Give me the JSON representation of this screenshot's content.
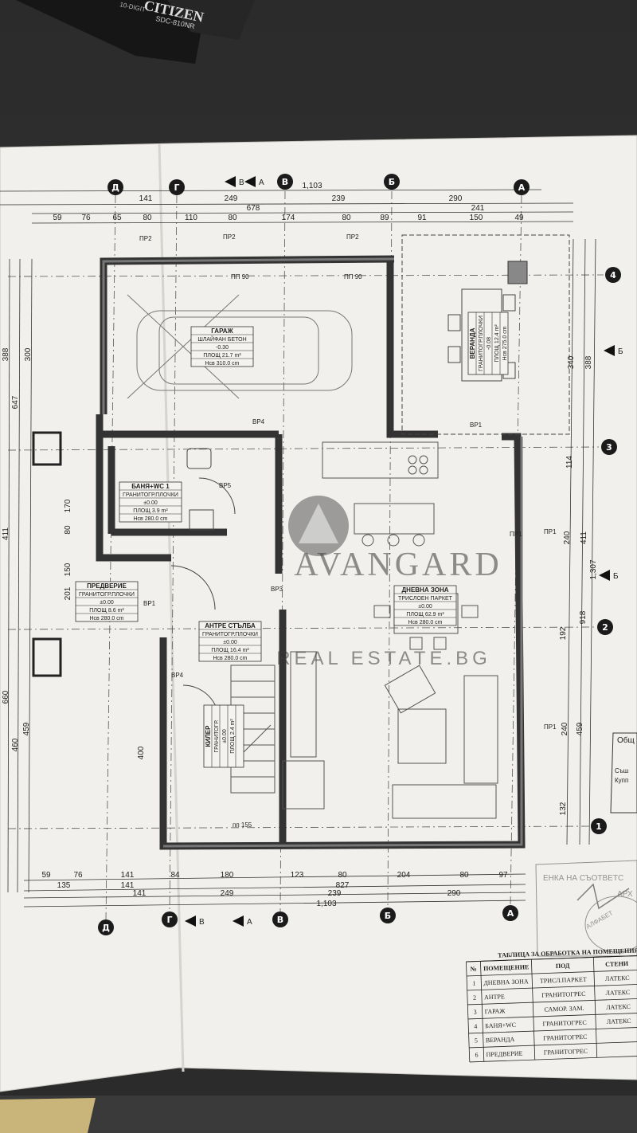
{
  "calculator": {
    "brand": "CITIZEN",
    "model": "SDC-810NR",
    "digits": "10-DIGIT"
  },
  "axes": {
    "top": [
      "Д",
      "Г",
      "В",
      "Б",
      "А"
    ],
    "bottom": [
      "Д",
      "Г",
      "В",
      "Б",
      "А"
    ],
    "right": [
      "4",
      "3",
      "2",
      "1"
    ],
    "section_marks": [
      "А",
      "А",
      "Б",
      "Б",
      "В",
      "В"
    ]
  },
  "dimensions": {
    "top_total": "1,103",
    "top_row_main": [
      "141",
      "249",
      "239",
      "290"
    ],
    "top_row_mid": [
      "678",
      "241"
    ],
    "top_row_detail": [
      "59",
      "76",
      "65",
      "80",
      "110",
      "80",
      "174",
      "80",
      "89",
      "91",
      "150",
      "49"
    ],
    "bottom_row_detail": [
      "59",
      "76",
      "141",
      "84",
      "180",
      "123",
      "80",
      "204",
      "80",
      "97"
    ],
    "bottom_row_mid": [
      "135",
      "141",
      "827"
    ],
    "bottom_row_main": [
      "141",
      "249",
      "239",
      "290"
    ],
    "bottom_total": "1,103",
    "left": [
      "388",
      "647",
      "300",
      "411",
      "170",
      "80",
      "150",
      "201",
      "660",
      "460",
      "459",
      "400"
    ],
    "right": [
      "340",
      "388",
      "114",
      "240",
      "411",
      "1,307",
      "918",
      "192",
      "240",
      "459",
      "132"
    ]
  },
  "rooms": [
    {
      "name": "ГАРАЖ",
      "floor": "ШЛАЙФАН БЕТОН",
      "level": "-0.30",
      "area": "ПЛОЩ 21.7 m²",
      "height": "Нсв 310.0 cm"
    },
    {
      "name": "ВЕРАНДА",
      "floor": "ГРАНИТОГР.ПЛОЧКИ",
      "level": "-0.08",
      "area": "ПЛОЩ 12.4 m²",
      "height": "Нсв 275.0 cm"
    },
    {
      "name": "БАНЯ+WC 1",
      "floor": "ГРАНИТОГР.ПЛОЧКИ",
      "level": "±0.00",
      "area": "ПЛОЩ 3.9 m²",
      "height": "Нсв 280.0 cm"
    },
    {
      "name": "ПРЕДВЕРИЕ",
      "floor": "ГРАНИТОГР.ПЛОЧКИ",
      "level": "±0.00",
      "area": "ПЛОЩ 8.6 m²",
      "height": "Нсв 280.0 cm"
    },
    {
      "name": "АНТРЕ СТЪЛБА",
      "floor": "ГРАНИТОГР.ПЛОЧКИ",
      "level": "±0.00",
      "area": "ПЛОЩ 16.4 m²",
      "height": "Нсв 280.0 cm"
    },
    {
      "name": "ДНЕВНА ЗОНА",
      "floor": "ТРИСЛОЕН ПАРКЕТ",
      "level": "±0.00",
      "area": "ПЛОЩ 62.9 m²",
      "height": "Нсв 280.0 cm"
    },
    {
      "name": "КИЛЕР",
      "floor": "ГРАНИТОГР.",
      "level": "±0.00",
      "area": "ПЛОЩ 2.4 m²",
      "height": ""
    }
  ],
  "openings": [
    "ПР2",
    "ПР2",
    "ПР2",
    "ПП 90",
    "ПП 90",
    "ВР1",
    "ВР1",
    "ВР3",
    "ВР4",
    "ВР4",
    "ВР5",
    "ПР1",
    "ПР1",
    "ПР1",
    "пп 155"
  ],
  "finish_table": {
    "title": "ТАБЛИЦА ЗА ОБРАБОТКА НА ПОМЕЩЕНИЯТА",
    "headers": [
      "№",
      "ПОМЕЩЕНИЕ",
      "ПОД",
      "СТЕНИ"
    ],
    "rows": [
      [
        "1",
        "ДНЕВНА ЗОНА",
        "ТРИСЛ.ПАРКЕТ",
        "ЛАТЕКС"
      ],
      [
        "2",
        "АНТРЕ",
        "ГРАНИТОГРЕС",
        "ЛАТЕКС"
      ],
      [
        "3",
        "ГАРАЖ",
        "САМОР. ЗАМ.",
        "ЛАТЕКС"
      ],
      [
        "4",
        "БАНЯ+WC",
        "ГРАНИТОГРЕС",
        "ЛАТЕКС"
      ],
      [
        "5",
        "ВЕРАНДА",
        "ГРАНИТОГРЕС",
        ""
      ],
      [
        "6",
        "ПРЕДВЕРИЕ",
        "ГРАНИТОГРЕС",
        ""
      ]
    ]
  },
  "stamp": {
    "line1": "ЕНКА НА СЪОТВЕТС",
    "line2": "АРХ",
    "line3": "АЛФАБЕТ"
  },
  "side_box": {
    "title": "Общ",
    "line1": "Съш",
    "line2": "Купп"
  },
  "watermark": {
    "brand": "AVANGARD",
    "sub": "REAL ESTATE.BG"
  }
}
